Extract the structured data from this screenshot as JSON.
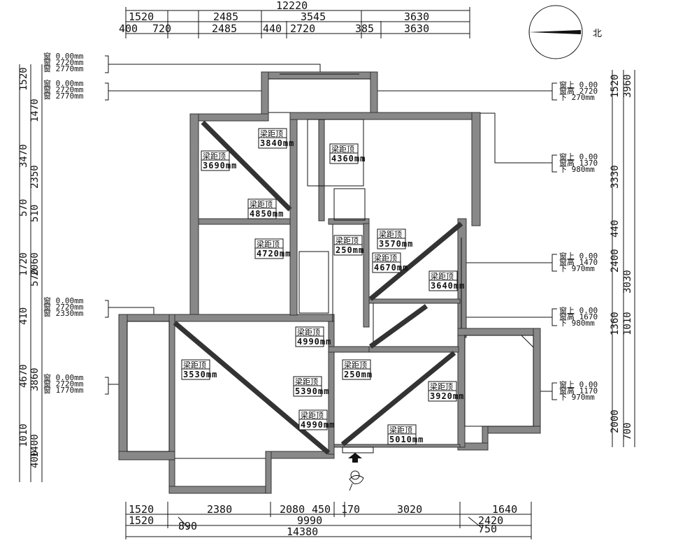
{
  "north_label": "北",
  "top_dims": {
    "overall": "12220",
    "row1": [
      "1520",
      "2485",
      "3545",
      "3630"
    ],
    "row2": [
      "400",
      "720",
      "2485",
      "440",
      "2720",
      "385",
      "3630"
    ]
  },
  "bottom_dims": {
    "overall": "14380",
    "mid": "9990",
    "row1": [
      "1520",
      "2380",
      "2080",
      "450",
      "170",
      "3020",
      "1640"
    ],
    "row2": [
      "1520",
      "890",
      "2420",
      "750"
    ]
  },
  "left_dims": [
    "1520",
    "1470",
    "3470",
    "2350",
    "570",
    "510",
    "1720",
    "2060",
    "570",
    "410",
    "4670",
    "3860",
    "1010",
    "1400",
    "400"
  ],
  "right_dims": [
    "1520",
    "3960",
    "3330",
    "440",
    "2400",
    "3030",
    "1360",
    "1010",
    "2000",
    "700"
  ],
  "window_notes_left": [
    [
      "窗 0.00mm",
      "窗 2720mm",
      "窗 2770mm"
    ],
    [
      "窗 0.00mm",
      "窗 2720mm",
      "窗 2770mm"
    ],
    [
      "窗 0.00mm",
      "窗 2720mm",
      "窗 2330mm"
    ],
    [
      "窗 0.00mm",
      "窗 2720mm",
      "窗 1770mm"
    ]
  ],
  "window_notes_right": [
    [
      "窗上 0.00",
      "窗高 2720",
      "下 270mm"
    ],
    [
      "窗上 0.00",
      "窗高 1370",
      "下 980mm"
    ],
    [
      "窗上 0.00",
      "窗高 1470",
      "下 970mm"
    ],
    [
      "窗上 0.00",
      "窗高 1670",
      "下 980mm"
    ],
    [
      "窗上 0.00",
      "窗高 1170",
      "下 970mm"
    ]
  ],
  "beam_tag_title": "梁距顶",
  "beam_tags": [
    {
      "id": "t1",
      "value": "3840mm"
    },
    {
      "id": "t2",
      "value": "3690mm"
    },
    {
      "id": "t3",
      "value": "4360mm"
    },
    {
      "id": "t4",
      "value": "4850mm"
    },
    {
      "id": "t5",
      "value": "4720mm"
    },
    {
      "id": "t6",
      "value": "250mm"
    },
    {
      "id": "t7",
      "value": "3570mm"
    },
    {
      "id": "t8",
      "value": "4670mm"
    },
    {
      "id": "t9",
      "value": "3640mm"
    },
    {
      "id": "t10",
      "value": "4990mm"
    },
    {
      "id": "t11",
      "value": "3530mm"
    },
    {
      "id": "t12",
      "value": "250mm"
    },
    {
      "id": "t13",
      "value": "5390mm"
    },
    {
      "id": "t14",
      "value": "3920mm"
    },
    {
      "id": "t15",
      "value": "4990mm"
    },
    {
      "id": "t16",
      "value": "5010mm"
    }
  ],
  "icons": {
    "entrance": "entrance-arrow-icon",
    "compass": "compass-icon",
    "door_figure": "entry-figure-icon"
  }
}
